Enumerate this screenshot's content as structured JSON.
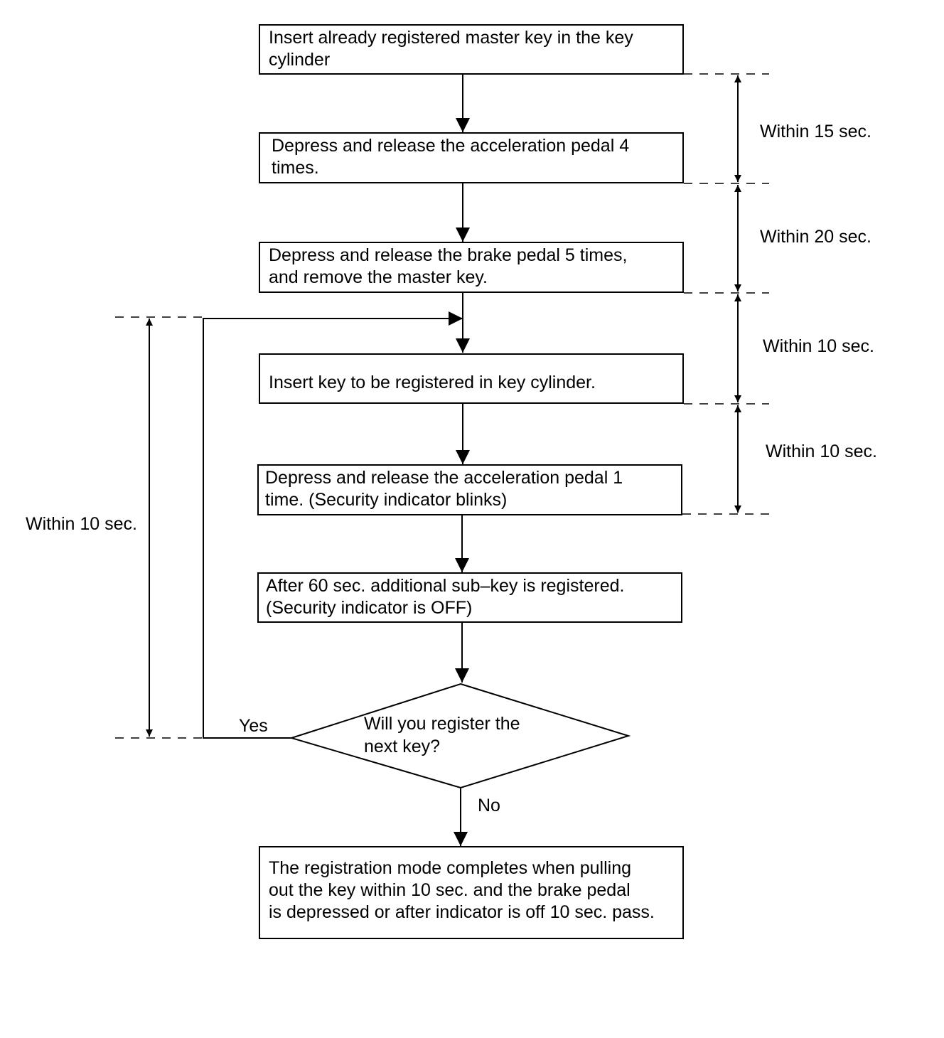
{
  "steps": {
    "step1": "Insert already registered master key in the key\ncylinder",
    "step2": "Depress and release the acceleration pedal 4\ntimes.",
    "step3": "Depress and release the brake pedal 5 times,\nand remove the master key.",
    "step4": "Insert key to be registered in key cylinder.",
    "step5": "Depress and release the acceleration pedal 1\ntime. (Security indicator blinks)",
    "step6": "After 60 sec. additional sub–key is registered.\n(Security indicator is OFF)",
    "final": "The registration mode completes when pulling\nout the key within 10 sec. and the brake pedal\nis depressed or after indicator is off 10 sec. pass."
  },
  "decision": {
    "question": "Will you register the\nnext key?",
    "yes": "Yes",
    "no": "No"
  },
  "timing": {
    "t1": "Within 15 sec.",
    "t2": "Within 20 sec.",
    "t3": "Within 10 sec.",
    "t4": "Within 10 sec.",
    "loop": "Within 10 sec."
  }
}
